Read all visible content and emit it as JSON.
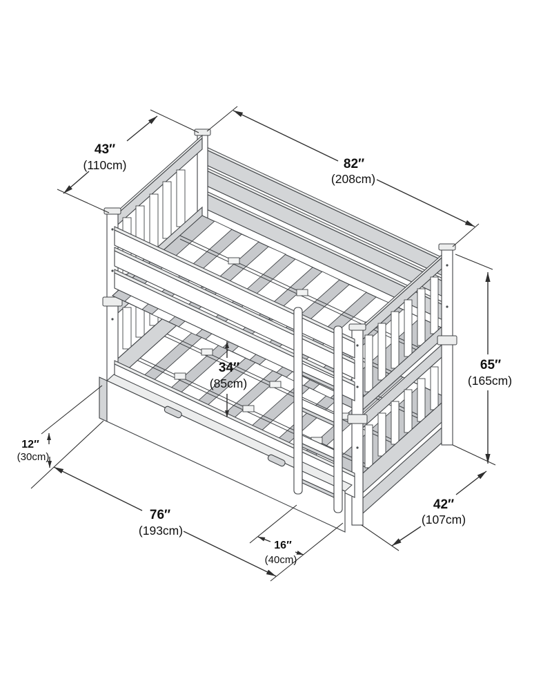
{
  "diagram": {
    "subject": "bunk-bed-with-trundle-dimension-drawing",
    "colors": {
      "line": "#2e2e2e",
      "structure_stroke": "#3f4245",
      "shade": "#d3d5d7",
      "deck_shade": "#c7c9cc",
      "background": "#ffffff"
    },
    "dimensions": {
      "head_width": {
        "in": "43″",
        "cm": "(110cm)"
      },
      "length": {
        "in": "82″",
        "cm": "(208cm)"
      },
      "height": {
        "in": "65″",
        "cm": "(165cm)"
      },
      "bunk_clearance": {
        "in": "34″",
        "cm": "(85cm)"
      },
      "trundle_height": {
        "in": "12″",
        "cm": "(30cm)"
      },
      "trundle_length": {
        "in": "76″",
        "cm": "(193cm)"
      },
      "ladder_offset": {
        "in": "16″",
        "cm": "(40cm)"
      },
      "foot_width": {
        "in": "42″",
        "cm": "(107cm)"
      }
    }
  }
}
